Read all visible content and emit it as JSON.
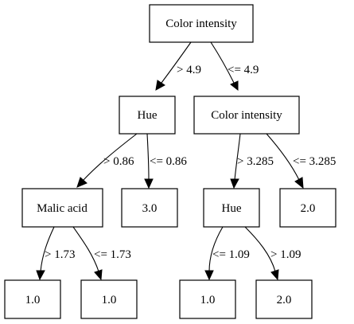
{
  "nodes": {
    "root": "Color intensity",
    "hue_left": "Hue",
    "color_intensity_right": "Color intensity",
    "malic_acid": "Malic acid",
    "leaf_3_0": "3.0",
    "hue_right": "Hue",
    "leaf_2_0_top": "2.0",
    "leaf_1_0_a": "1.0",
    "leaf_1_0_b": "1.0",
    "leaf_1_0_c": "1.0",
    "leaf_2_0_bottom": "2.0"
  },
  "edges": {
    "root_gt": "> 4.9",
    "root_le": "<= 4.9",
    "hue_gt": "> 0.86",
    "hue_le": "<= 0.86",
    "ci_gt": "> 3.285",
    "ci_le": "<= 3.285",
    "malic_gt": "> 1.73",
    "malic_le": "<= 1.73",
    "hue2_le": "<= 1.09",
    "hue2_gt": "> 1.09"
  }
}
